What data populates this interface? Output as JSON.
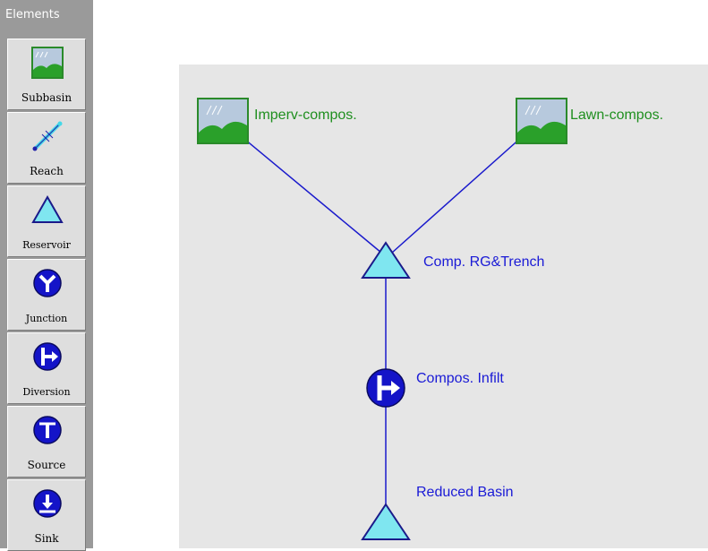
{
  "palette": {
    "title": "Elements",
    "items": [
      {
        "label": "Subbasin",
        "icon": "subbasin-icon"
      },
      {
        "label": "Reach",
        "icon": "reach-icon"
      },
      {
        "label": "Reservoir",
        "icon": "reservoir-icon"
      },
      {
        "label": "Junction",
        "icon": "junction-icon"
      },
      {
        "label": "Diversion",
        "icon": "diversion-icon"
      },
      {
        "label": "Source",
        "icon": "source-icon"
      },
      {
        "label": "Sink",
        "icon": "sink-icon"
      }
    ]
  },
  "diagram": {
    "nodes": {
      "imperv": {
        "label": "Imperv-compos.",
        "type": "subbasin"
      },
      "lawn": {
        "label": "Lawn-compos.",
        "type": "subbasin"
      },
      "rg_trench": {
        "label": "Comp. RG&Trench",
        "type": "reservoir"
      },
      "infilt": {
        "label": "Compos. Infilt",
        "type": "diversion"
      },
      "basin": {
        "label": "Reduced Basin",
        "type": "reservoir"
      }
    },
    "links": [
      {
        "from": "Imperv-compos.",
        "to": "Comp. RG&Trench"
      },
      {
        "from": "Lawn-compos.",
        "to": "Comp. RG&Trench"
      },
      {
        "from": "Comp. RG&Trench",
        "to": "Compos. Infilt"
      },
      {
        "from": "Compos. Infilt",
        "to": "Reduced Basin"
      }
    ]
  },
  "colors": {
    "subbasin_label": "#1f8f1f",
    "element_label": "#1a1ad6",
    "link": "#1a1acc",
    "triangle_fill": "#7fe6f0",
    "circle_fill": "#1414c8",
    "canvas_bg": "#e6e6e6",
    "palette_bg": "#9a9a9a"
  }
}
